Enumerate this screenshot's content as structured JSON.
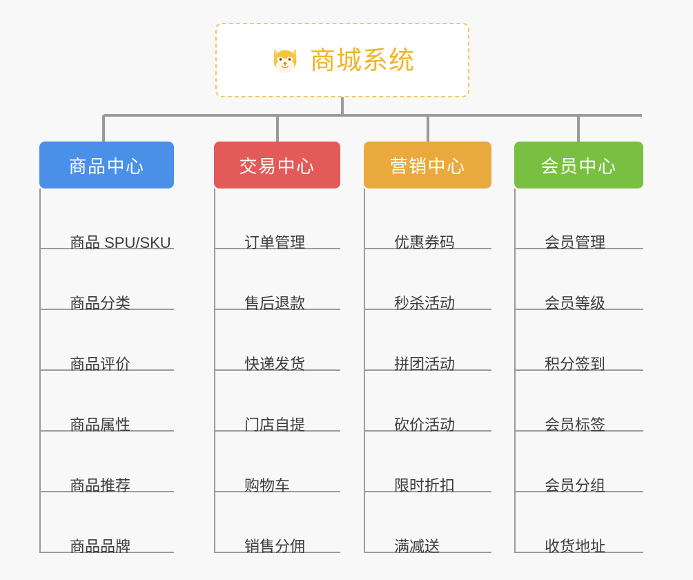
{
  "root": {
    "title": "商城系统",
    "icon": "shiba-dog-face-icon",
    "border_color": "#f5c66a",
    "text_color": "#f0b429"
  },
  "canvas": {
    "background": "#f8f8f8",
    "connector_color": "#9b9b9b"
  },
  "branches": [
    {
      "label": "商品中心",
      "color": "#4a90e8",
      "items": [
        "商品 SPU/SKU",
        "商品分类",
        "商品评价",
        "商品属性",
        "商品推荐",
        "商品品牌"
      ]
    },
    {
      "label": "交易中心",
      "color": "#e35b58",
      "items": [
        "订单管理",
        "售后退款",
        "快递发货",
        "门店自提",
        "购物车",
        "销售分佣"
      ]
    },
    {
      "label": "营销中心",
      "color": "#eaa93c",
      "items": [
        "优惠券码",
        "秒杀活动",
        "拼团活动",
        "砍价活动",
        "限时折扣",
        "满减送"
      ]
    },
    {
      "label": "会员中心",
      "color": "#79c042",
      "items": [
        "会员管理",
        "会员等级",
        "积分签到",
        "会员标签",
        "会员分组",
        "收货地址"
      ]
    }
  ]
}
